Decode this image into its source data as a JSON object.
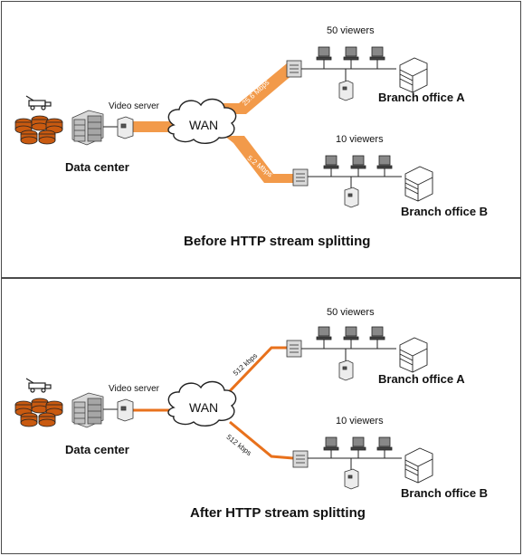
{
  "panels": [
    {
      "title": "Before HTTP stream splitting",
      "video_server": "Video server",
      "data_center": "Data center",
      "wan": "WAN",
      "branch_a": {
        "label": "Branch office A",
        "viewers": "50 viewers",
        "rate": "25.6 Mbps"
      },
      "branch_b": {
        "label": "Branch office B",
        "viewers": "10 viewers",
        "rate": "5.2 Mbps"
      },
      "link_color": "#f29a4a"
    },
    {
      "title": "After HTTP stream splitting",
      "video_server": "Video server",
      "data_center": "Data center",
      "wan": "WAN",
      "branch_a": {
        "label": "Branch office A",
        "viewers": "50 viewers",
        "rate": "512 kbps"
      },
      "branch_b": {
        "label": "Branch office B",
        "viewers": "10 viewers",
        "rate": "512 kbps"
      },
      "link_color": "#e8711c"
    }
  ]
}
